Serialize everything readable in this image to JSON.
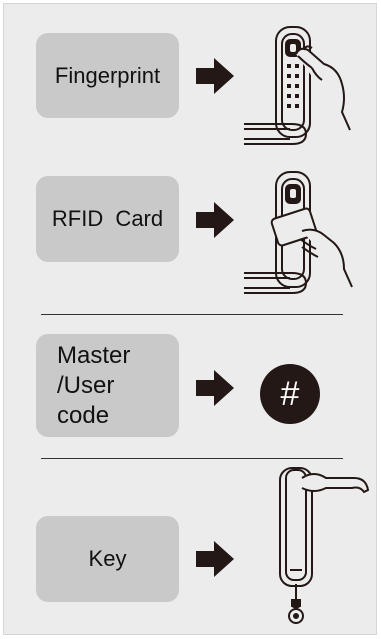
{
  "methods": [
    {
      "label": "Fingerprint"
    },
    {
      "label": "RFID  Card"
    },
    {
      "label_lines": [
        "Master",
        "/User",
        "code"
      ],
      "symbol": "#"
    },
    {
      "label": "Key"
    }
  ],
  "icons": {
    "arrow": "arrow-right-icon",
    "fingerprint_lock": "fingerprint-lock-icon",
    "rfid_lock": "rfid-card-lock-icon",
    "hash_key": "hash-key-icon",
    "key_lock": "key-lock-icon"
  },
  "colors": {
    "panel": "#ececec",
    "button": "#c9c9c9",
    "ink": "#231815"
  }
}
